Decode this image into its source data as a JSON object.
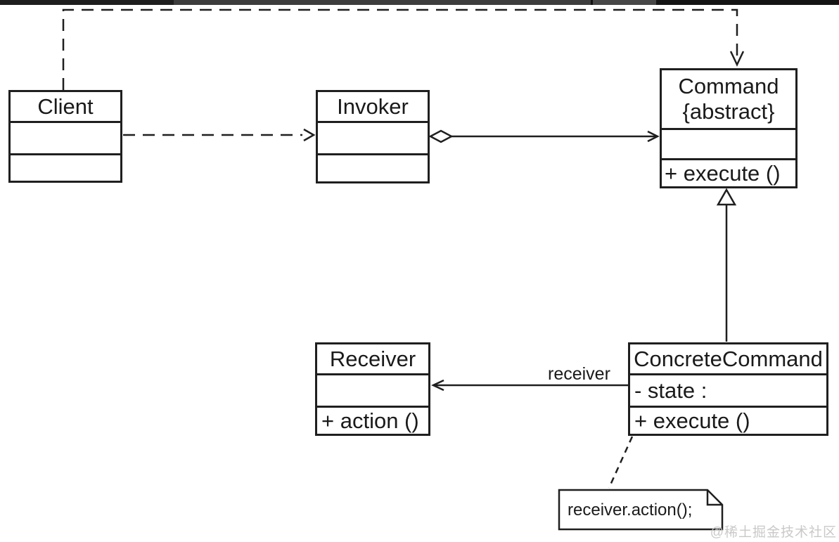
{
  "diagram": {
    "pattern": "Command",
    "classes": {
      "client": {
        "name": "Client"
      },
      "invoker": {
        "name": "Invoker"
      },
      "command": {
        "name": "Command",
        "stereotype": "{abstract}",
        "operations": "+ execute ()"
      },
      "receiver": {
        "name": "Receiver",
        "operations": "+ action ()"
      },
      "concreteCommand": {
        "name": "ConcreteCommand",
        "attributes": "- state :",
        "operations": "+ execute ()"
      }
    },
    "edges": {
      "clientToCommand": {
        "from": "Client",
        "to": "Command",
        "type": "dependency",
        "style": "dashed-open-arrow"
      },
      "clientToInvoker": {
        "from": "Client",
        "to": "Invoker",
        "type": "dependency",
        "style": "dashed-open-arrow"
      },
      "invokerToCommand": {
        "from": "Invoker",
        "to": "Command",
        "type": "aggregation",
        "style": "hollow-diamond-open-arrow"
      },
      "concreteToCommand": {
        "from": "ConcreteCommand",
        "to": "Command",
        "type": "generalization",
        "style": "hollow-triangle"
      },
      "concreteToReceiver": {
        "from": "ConcreteCommand",
        "to": "Receiver",
        "type": "association",
        "label": "receiver",
        "style": "open-arrow"
      },
      "concreteToNote": {
        "from": "ConcreteCommand",
        "to": "note",
        "type": "note-anchor",
        "style": "dashed"
      }
    },
    "note": {
      "text": "receiver.action();"
    }
  },
  "watermark": {
    "text": "@稀土掘金技术社区",
    "color": "#c9c9c9"
  },
  "colors": {
    "line": "#1f1f1f",
    "box_fill": "#ffffff",
    "background": "#ffffff",
    "top_bar": [
      "#1e1e1e",
      "#3d3d3d",
      "#101010",
      "#474747",
      "#141414"
    ]
  }
}
